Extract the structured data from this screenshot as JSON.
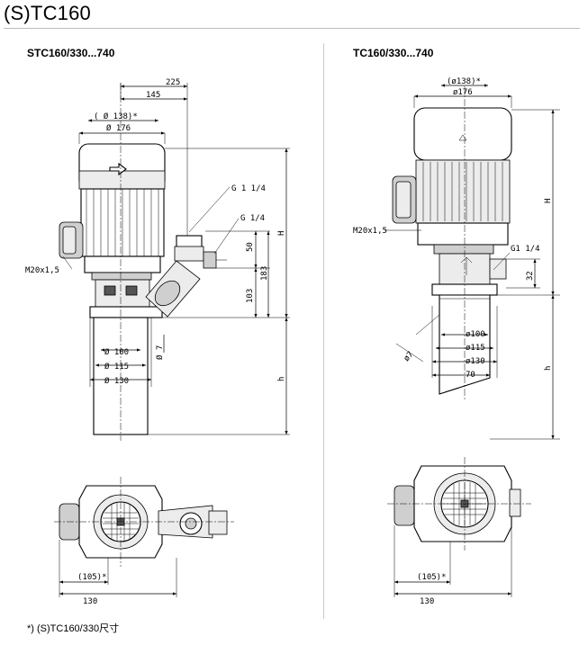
{
  "page_title": "(S)TC160",
  "left_view": {
    "title": "STC160/330...740",
    "labels": {
      "d225": "225",
      "d145": "145",
      "d138": "( Ø 138)*",
      "d176": "Ø 176",
      "g114": "G 1 1/4",
      "g14": "G 1/4",
      "m20": "M20x1,5",
      "d50": "50",
      "d183": "183",
      "d103": "103",
      "H": "H",
      "h": "h",
      "d7": "Ø 7",
      "d100": "Ø 100",
      "d115": "Ø 115",
      "d130": "Ø 130",
      "d105": "(105)*",
      "d130b": "130"
    }
  },
  "right_view": {
    "title": "TC160/330...740",
    "labels": {
      "d138": "(ø138)*",
      "d176": "ø176",
      "H": "H",
      "m20": "M20x1,5",
      "g114": "G1 1/4",
      "d32": "32",
      "d100": "ø100",
      "d115": "ø115",
      "d130": "ø130",
      "d70": "70",
      "h": "h",
      "d7": "ø7",
      "d105": "(105)*",
      "d130b": "130"
    }
  },
  "footnote": "*) (S)TC160/330尺寸"
}
